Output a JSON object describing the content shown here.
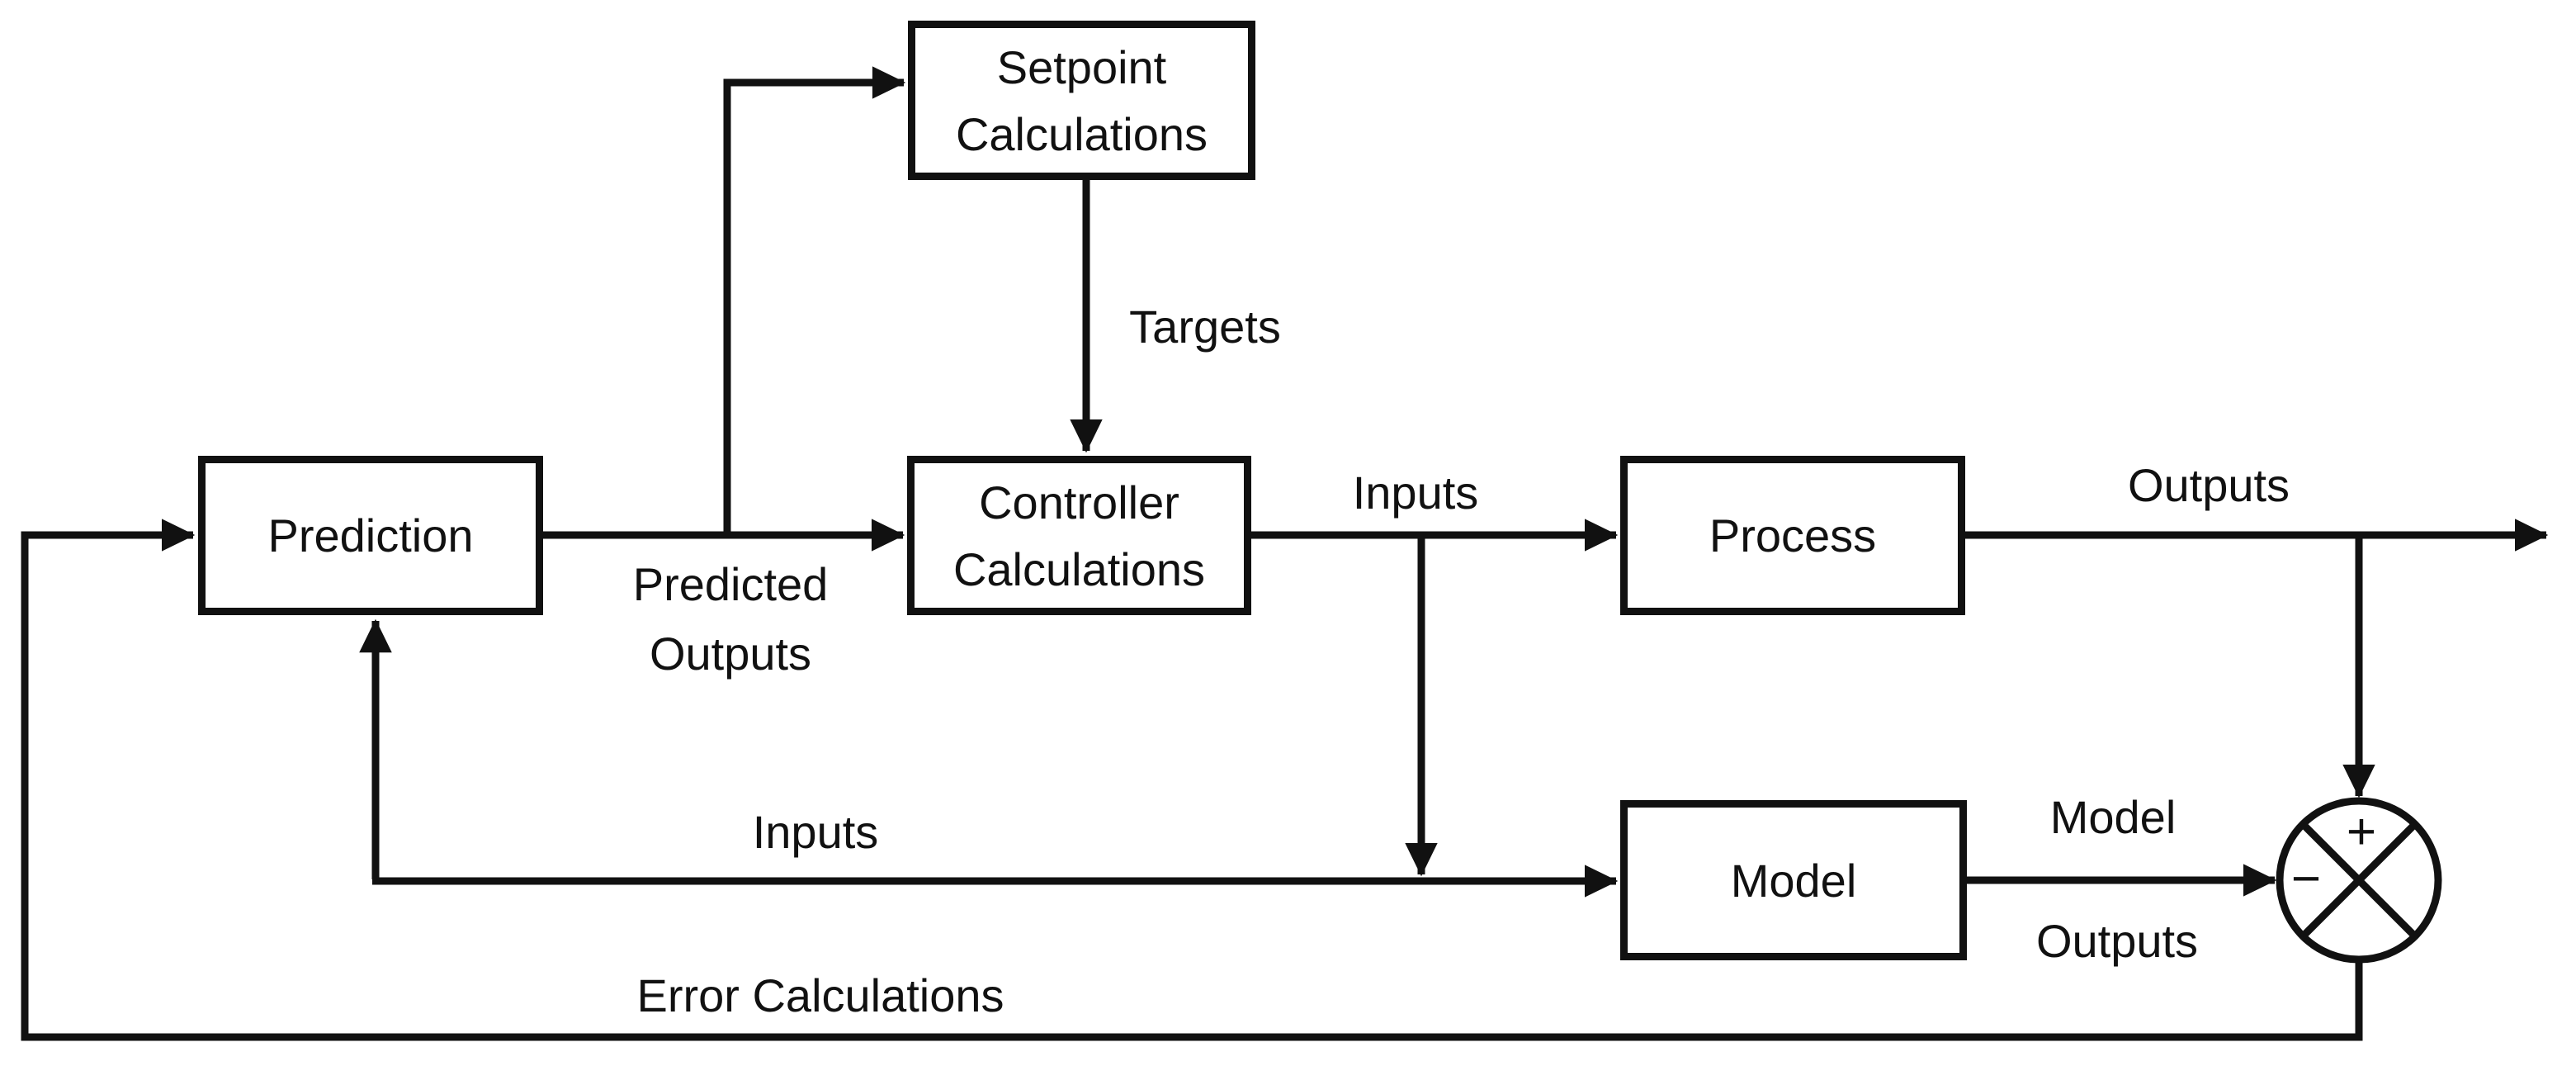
{
  "diagram_type": "block-diagram",
  "subject": "Model Predictive Control loop",
  "colors": {
    "background": "#ffffff",
    "line": "#111111",
    "text": "#111111"
  },
  "blocks": {
    "setpoint": {
      "line1": "Setpoint",
      "line2": "Calculations"
    },
    "controller": {
      "line1": "Controller",
      "line2": "Calculations"
    },
    "prediction": {
      "label": "Prediction"
    },
    "process": {
      "label": "Process"
    },
    "model": {
      "label": "Model"
    }
  },
  "labels": {
    "targets": "Targets",
    "inputs_upper": "Inputs",
    "outputs": "Outputs",
    "predicted_line1": "Predicted",
    "predicted_line2": "Outputs",
    "inputs_lower": "Inputs",
    "model_out_line1": "Model",
    "model_out_line2": "Outputs",
    "error": "Error Calculations"
  },
  "summing_junction": {
    "plus": "+",
    "minus": "−"
  }
}
